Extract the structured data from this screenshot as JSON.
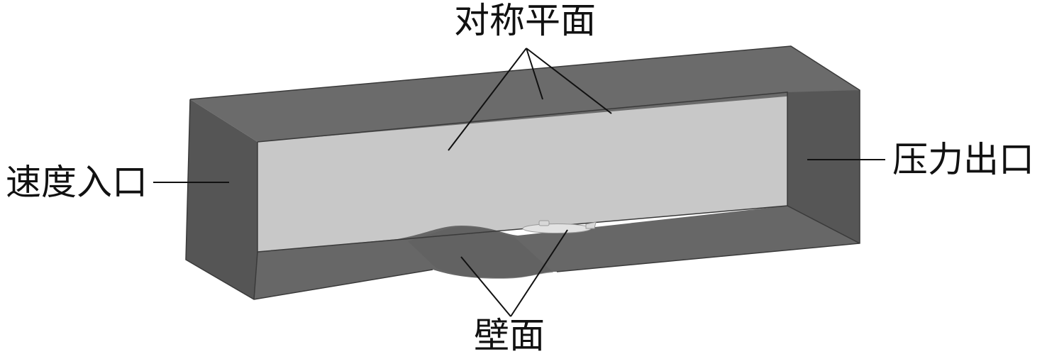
{
  "labels": {
    "symmetry_plane": "对称平面",
    "velocity_inlet": "速度入口",
    "pressure_outlet": "压力出口",
    "wall": "壁面"
  },
  "colors": {
    "top_face": "#6b6b6b",
    "side_face": "#555555",
    "back_face": "#c8c8c8",
    "bottom_face": "#676767",
    "hull": "#e2e2e2",
    "leader_line": "#111111"
  }
}
